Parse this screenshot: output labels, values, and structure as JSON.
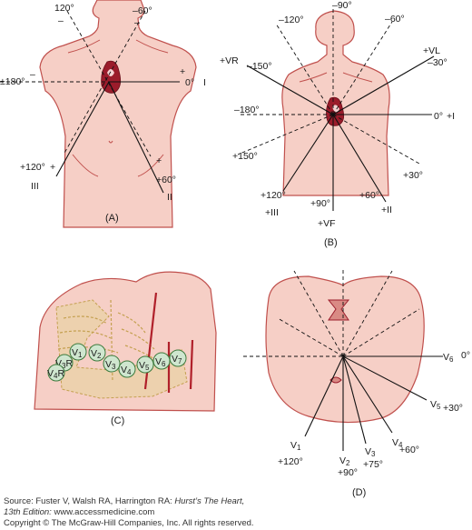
{
  "colors": {
    "skin": "#f6cfc6",
    "skin_dark": "#e9aea2",
    "outline": "#c0504d",
    "heart": "#9b1c2b",
    "lead_line": "#111111",
    "electrode_fill": "#cfe6cf",
    "rib_fill": "#e6d49a"
  },
  "panel_a": {
    "label": "(A)",
    "angle_top_left": "120°",
    "angle_top_right": "–60°",
    "angle_left": "±180°",
    "angle_right": "0°",
    "lead_right": "I",
    "angle_bottom_left": "+120°",
    "angle_bottom_right": "+60°",
    "lead_bottom_left": "III",
    "lead_bottom_right": "II",
    "sign_minus": "–",
    "sign_plus": "+"
  },
  "panel_b": {
    "label": "(B)",
    "angle_top": "–90°",
    "angle_m120": "–120°",
    "angle_m60": "–60°",
    "lead_vr": "+VR",
    "angle_m150": "–150°",
    "lead_vl": "+VL",
    "angle_m30": "–30°",
    "angle_m180": "–180°",
    "angle_0": "0°",
    "lead_i": "+I",
    "angle_p150": "+150°",
    "angle_p30": "+30°",
    "angle_p120": "+120°",
    "lead_iii": "+III",
    "angle_p90": "+90°",
    "lead_vf": "+VF",
    "angle_p60": "+60°",
    "lead_ii": "+II"
  },
  "panel_c": {
    "label": "(C)",
    "electrode_v": "V",
    "electrodes": [
      {
        "n": "1",
        "r": ""
      },
      {
        "n": "2",
        "r": ""
      },
      {
        "n": "3",
        "r": ""
      },
      {
        "n": "4",
        "r": ""
      },
      {
        "n": "5",
        "r": ""
      },
      {
        "n": "6",
        "r": ""
      },
      {
        "n": "7",
        "r": ""
      },
      {
        "n": "3",
        "r": "R"
      },
      {
        "n": "4",
        "r": "R"
      }
    ]
  },
  "panel_d": {
    "label": "(D)",
    "lead_letter": "V",
    "v6": "6",
    "v6_angle": "0°",
    "v5": "5",
    "v5_angle": "+30°",
    "v4": "4",
    "v4_angle": "+60°",
    "v3": "3",
    "v3_angle": "+75°",
    "v2": "2",
    "v2_angle": "+90°",
    "v1": "1",
    "v1_angle": "+120°"
  },
  "footer": {
    "line1_prefix": "Source: Fuster V, Walsh RA, Harrington RA: ",
    "line1_title": "Hurst’s The Heart,",
    "line2_edition": "13th Edition: ",
    "line2_site": "www.accessmedicine.com",
    "line3": "Copyright © The McGraw-Hill Companies, Inc. All rights reserved."
  }
}
